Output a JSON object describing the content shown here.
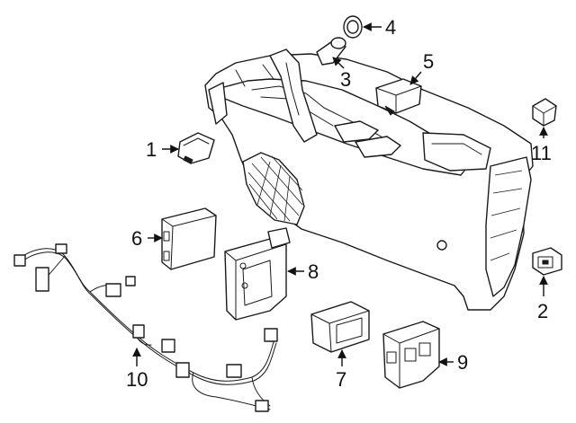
{
  "callouts": [
    {
      "id": "1",
      "label": "1"
    },
    {
      "id": "2",
      "label": "2"
    },
    {
      "id": "3",
      "label": "3"
    },
    {
      "id": "4",
      "label": "4"
    },
    {
      "id": "5",
      "label": "5"
    },
    {
      "id": "6",
      "label": "6"
    },
    {
      "id": "7",
      "label": "7"
    },
    {
      "id": "8",
      "label": "8"
    },
    {
      "id": "9",
      "label": "9"
    },
    {
      "id": "10",
      "label": "10"
    },
    {
      "id": "11",
      "label": "11"
    }
  ],
  "colors": {
    "line": "#1a1a1a",
    "background": "#ffffff"
  }
}
